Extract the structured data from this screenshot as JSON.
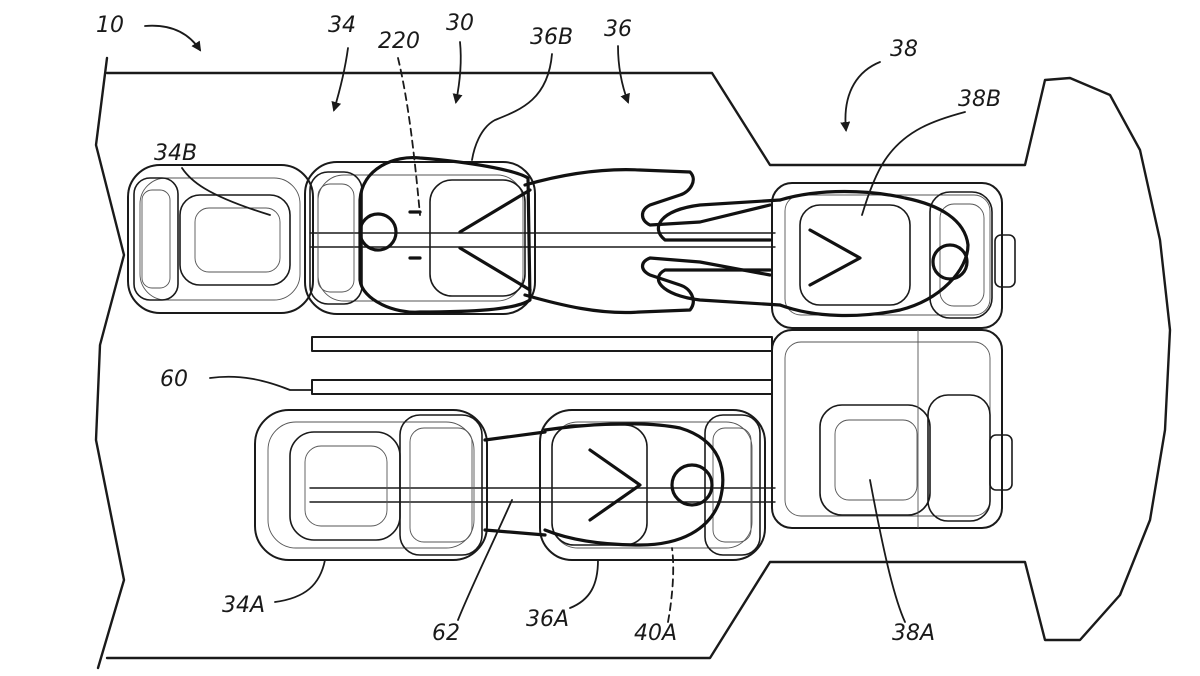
{
  "figure": {
    "labels": {
      "ref_10": "10",
      "ref_34": "34",
      "ref_220": "220",
      "ref_30": "30",
      "ref_36B": "36B",
      "ref_36": "36",
      "ref_38": "38",
      "ref_38B": "38B",
      "ref_34B": "34B",
      "ref_60": "60",
      "ref_34A": "34A",
      "ref_62": "62",
      "ref_36A": "36A",
      "ref_40A": "40A",
      "ref_38A": "38A"
    }
  }
}
